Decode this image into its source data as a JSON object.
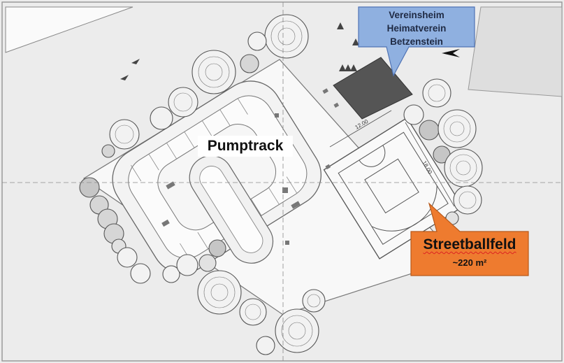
{
  "map": {
    "clubhouse_callout": {
      "lines": [
        "Vereinsheim",
        "Heimatverein",
        "Betzenstein"
      ],
      "fill": "#8fb0e0",
      "stroke": "#4f73b5"
    },
    "pumptrack_label": "Pumptrack",
    "streetball_callout": {
      "title": "Streetballfeld",
      "area": "~220 m²",
      "fill": "#ee7b2f",
      "stroke": "#b85a1b"
    },
    "dimension_labels": [
      "12.00",
      "18.00"
    ],
    "colors": {
      "background": "#ececec",
      "site": "#f7f7f7",
      "building": "#555555",
      "tree_stroke": "#555555",
      "axis": "#8a8a8a"
    },
    "icons": [
      "tree-icon",
      "bench-icon",
      "north-arrow-icon",
      "building-icon"
    ]
  }
}
